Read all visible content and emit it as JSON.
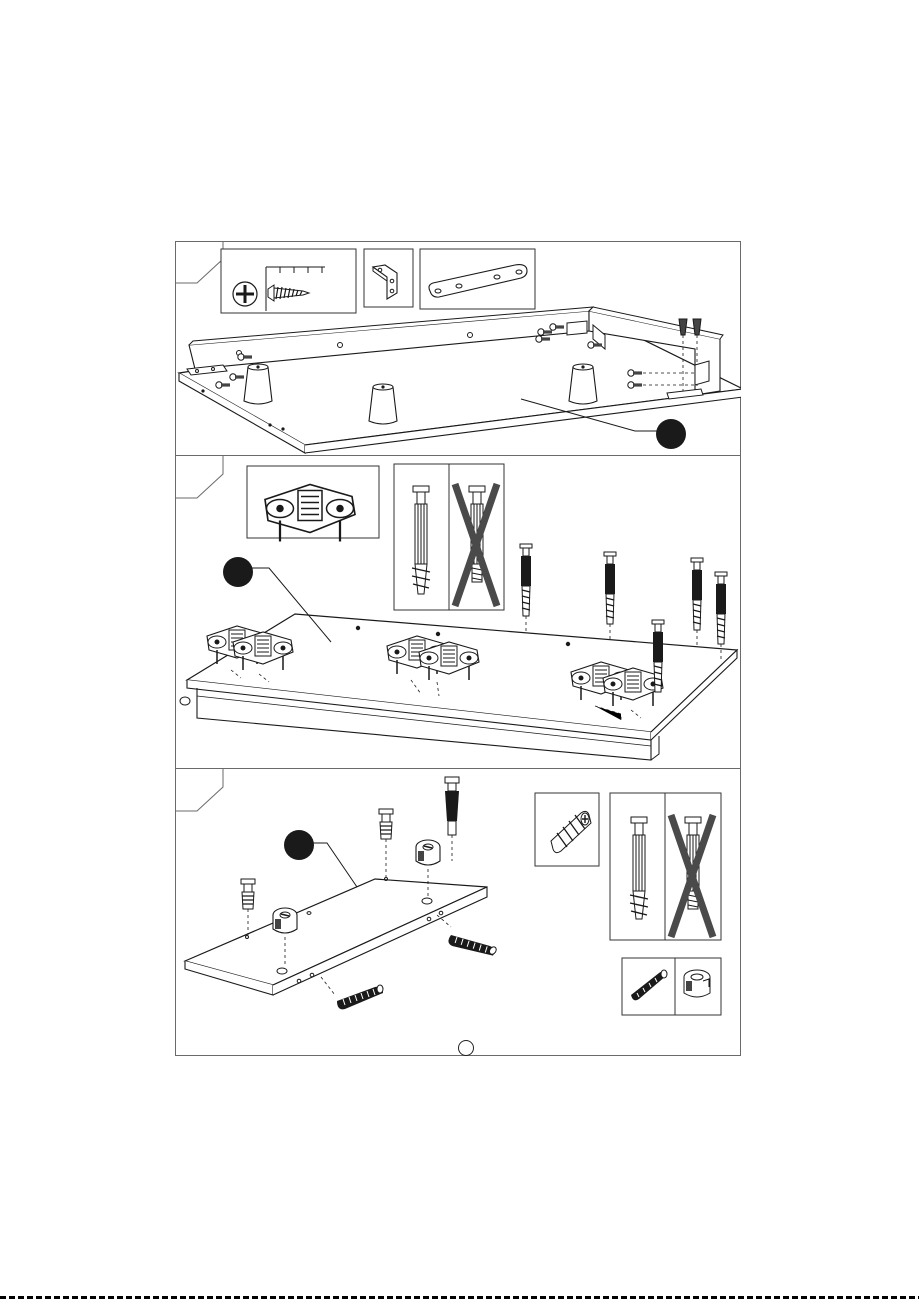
{
  "page": {
    "page_number": ""
  },
  "steps": [
    {
      "part_label": "",
      "hardware": [
        "wood-screw",
        "corner-bracket",
        "flat-mending-plate",
        "furniture-leg"
      ]
    },
    {
      "part_label": "",
      "hardware": [
        "hinge-mounting-plate",
        "cam-bolt-correct",
        "cam-bolt-wrong",
        "cam-bolt"
      ]
    },
    {
      "part_label": "",
      "hardware": [
        "threaded-insert",
        "cam-bolt-correct",
        "cam-bolt-wrong",
        "wooden-dowel",
        "cam-lock"
      ]
    }
  ],
  "colors": {
    "line": "#1a1a1a",
    "frame": "#6a6a6a",
    "callout": "#1a1a1a",
    "cross": "#4a4a4a",
    "board": "#ffffff"
  },
  "icons": [
    "phillips-screw-icon",
    "ruler-icon",
    "bracket-icon",
    "plate-icon",
    "cross-mark-icon"
  ]
}
